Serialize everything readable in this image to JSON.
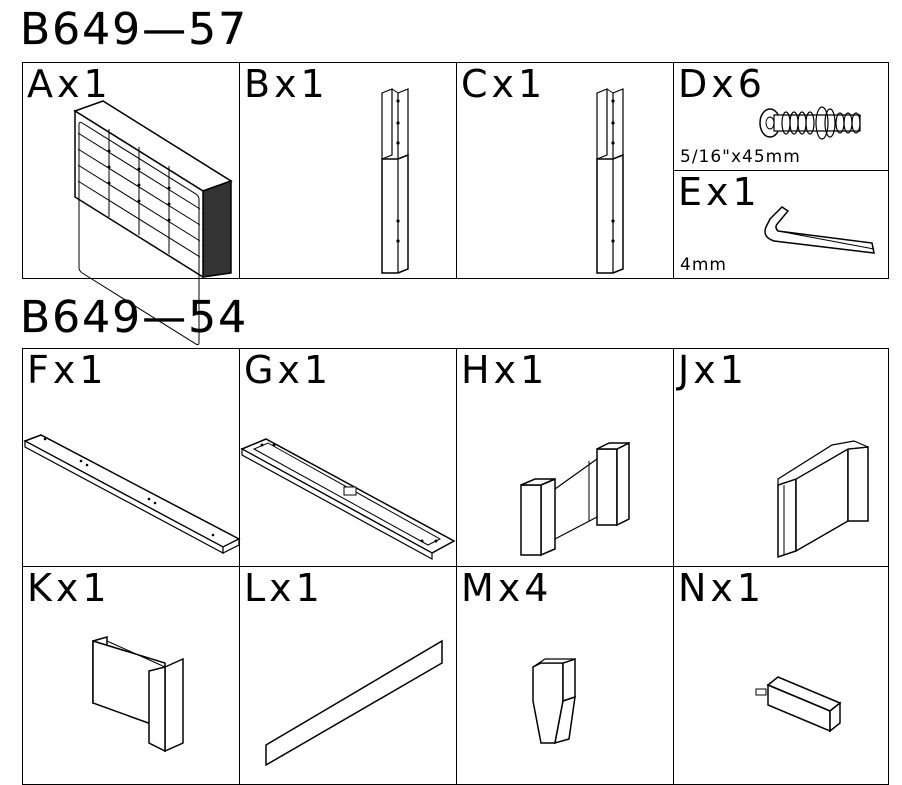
{
  "sections": [
    {
      "title": "B649—57",
      "parts": [
        {
          "label": "Ax1"
        },
        {
          "label": "Bx1"
        },
        {
          "label": "Cx1"
        },
        {
          "label": "Dx6",
          "note": "5/16\"x45mm"
        },
        {
          "label": "Ex1",
          "note": "4mm"
        }
      ]
    },
    {
      "title": "B649—54",
      "parts": [
        {
          "label": "Fx1"
        },
        {
          "label": "Gx1"
        },
        {
          "label": "Hx1"
        },
        {
          "label": "Jx1"
        },
        {
          "label": "Kx1"
        },
        {
          "label": "Lx1"
        },
        {
          "label": "Mx4"
        },
        {
          "label": "Nx1"
        }
      ]
    }
  ]
}
